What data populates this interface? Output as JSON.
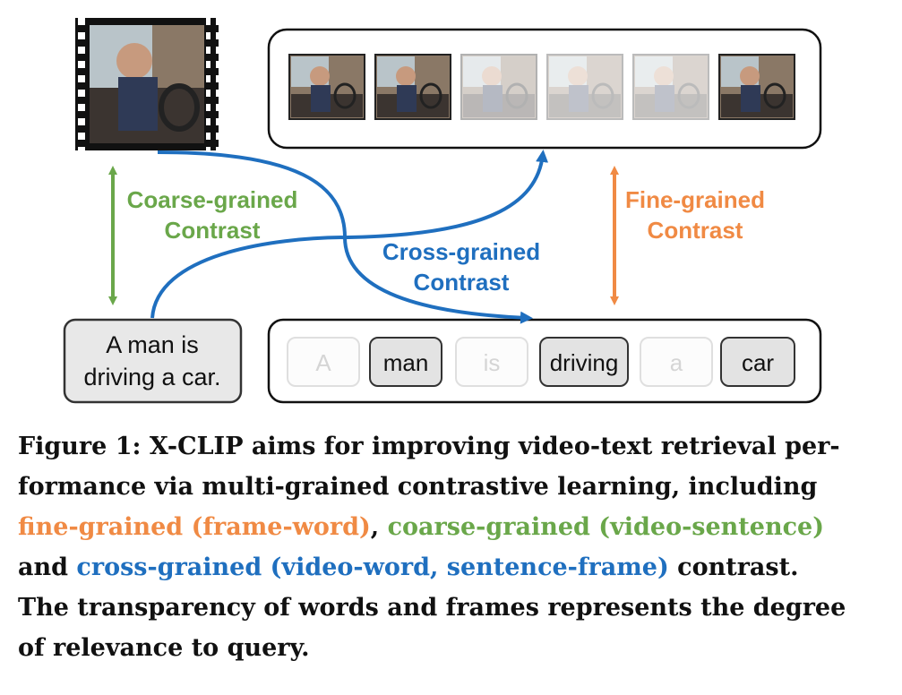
{
  "figure": {
    "labels": {
      "coarse_line1": "Coarse-grained",
      "coarse_line2": "Contrast",
      "fine_line1": "Fine-grained",
      "fine_line2": "Contrast",
      "cross_line1": "Cross-grained",
      "cross_line2": "Contrast"
    },
    "sentence": {
      "line1": "A man is",
      "line2": "driving a car."
    },
    "words": [
      {
        "text": "A",
        "relevance": 0.3
      },
      {
        "text": "man",
        "relevance": 1.0
      },
      {
        "text": "is",
        "relevance": 0.3
      },
      {
        "text": "driving",
        "relevance": 1.0
      },
      {
        "text": "a",
        "relevance": 0.3
      },
      {
        "text": "car",
        "relevance": 1.0
      }
    ],
    "frames_relevance": [
      1.0,
      1.0,
      0.35,
      0.3,
      0.3,
      1.0
    ],
    "colors": {
      "coarse": "#6aa74a",
      "fine": "#f08a44",
      "cross": "#1f6fbf"
    }
  },
  "caption": {
    "line1": "Figure 1: X-CLIP aims for improving video-text retrieval per-",
    "line2": "formance via multi-grained contrastive learning, including",
    "fine": "fine-grained (frame-word)",
    "comma": ", ",
    "coarse": "coarse-grained (video-sentence)",
    "and": "and ",
    "cross": "cross-grained (video-word, sentence-frame)",
    "contrast": " contrast.",
    "line5": "The transparency of words and frames represents the degree",
    "line6": "of relevance to query."
  }
}
